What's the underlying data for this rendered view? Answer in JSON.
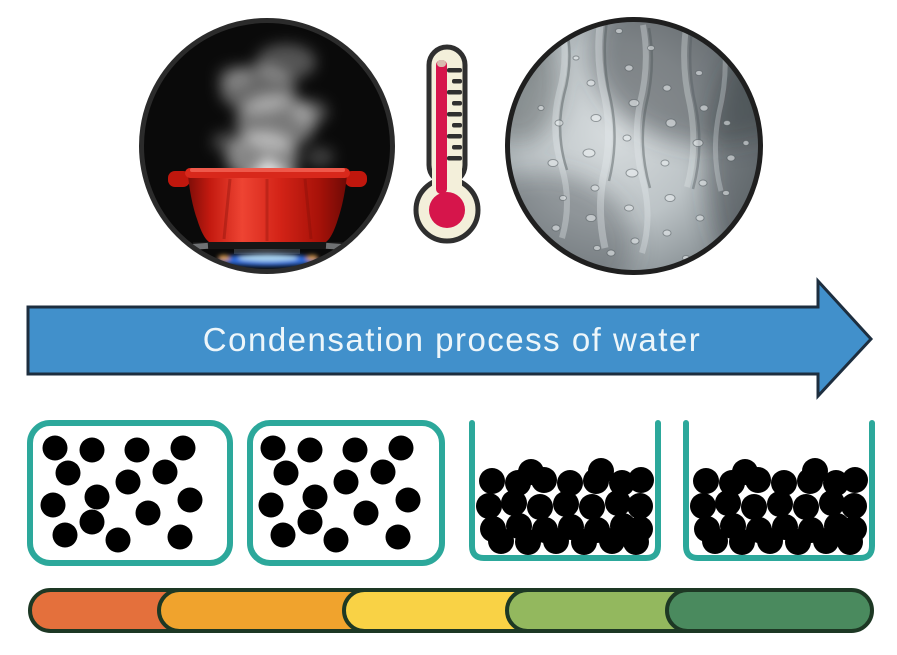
{
  "theme": {
    "arrow-blue": "#4190cb",
    "arrow-outline": "#1d2e3f",
    "arrow-text": "#edf6fa",
    "container-teal": "#2ca89b",
    "particle-blue": "#1d6fc6",
    "particle-ring": "#2b3f9e",
    "bar-outline": "#1d3824",
    "thermo-red": "#d6154b",
    "thermo-cream": "#f3efda",
    "thermo-outline": "#2f2f2f",
    "photo-ring": "#2b2b2b",
    "pot-red": "#cc1f14",
    "flame-blue": "#3b82e8"
  },
  "icons": [
    "boiling-pot-photo",
    "thermometer-icon",
    "condensation-photo"
  ],
  "arrow": {
    "label": "Condensation process of water"
  },
  "diagram": {
    "containers": [
      {
        "state": "gas",
        "particles": 15
      },
      {
        "state": "gas",
        "particles": 15
      },
      {
        "state": "liquid",
        "particles": 29
      },
      {
        "state": "liquid",
        "particles": 29
      }
    ]
  },
  "gradient_bar": {
    "segments": [
      "#e4703c",
      "#f0a32d",
      "#f9d245",
      "#93b85e",
      "#4a8a5e"
    ]
  }
}
